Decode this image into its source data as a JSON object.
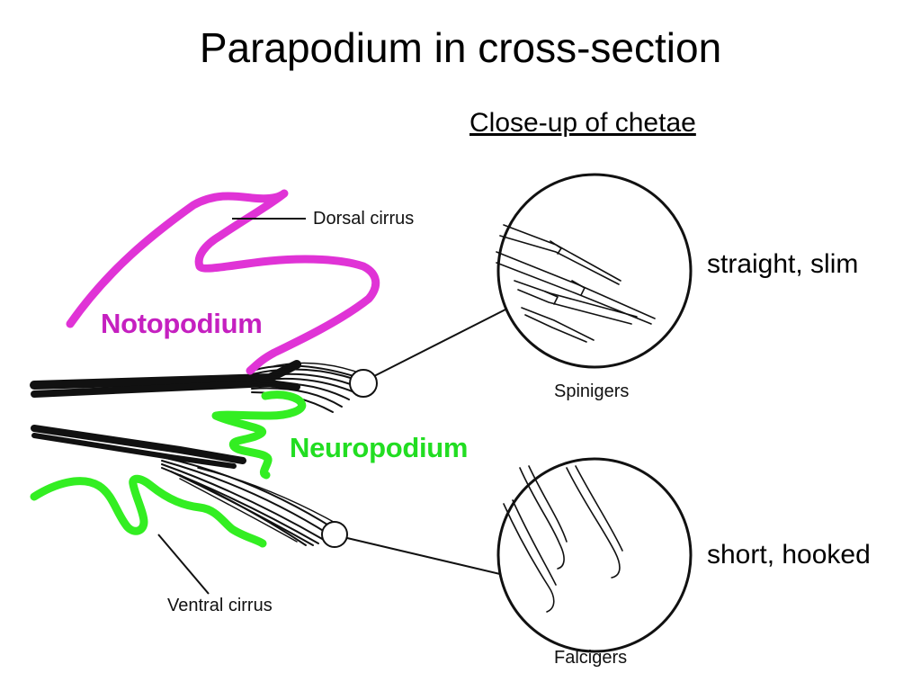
{
  "slide": {
    "title": "Parapodium in cross-section",
    "subtitle": "Close-up of chetae"
  },
  "figure": {
    "labels": {
      "dorsal_cirrus": "Dorsal cirrus",
      "ventral_cirrus": "Ventral cirrus",
      "spinigers": "Spinigers",
      "falcigers": "Falcigers"
    }
  },
  "annotations": {
    "notopodium": "Notopodium",
    "neuropodium": "Neuropodium",
    "spinigers_desc": "straight, slim",
    "falcigers_desc": "short, hooked"
  },
  "colors": {
    "notopodium": "#c520c0",
    "notopodium_outline": "#e033d6",
    "neuropodium": "#22dd22",
    "neuropodium_outline": "#33ee22"
  }
}
